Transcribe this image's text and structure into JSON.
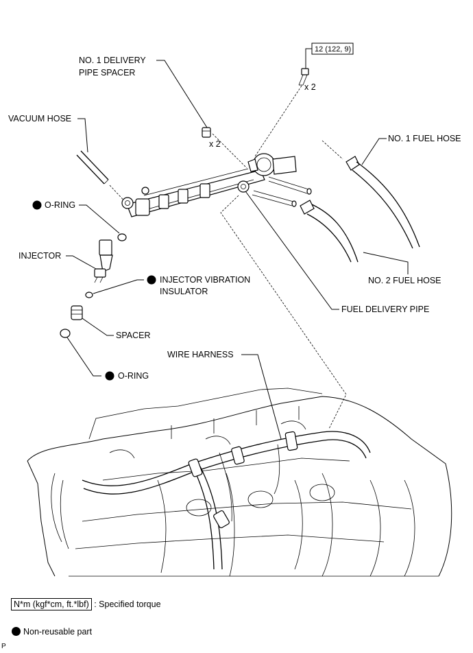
{
  "labels": {
    "delivery_spacer_line1": "NO. 1 DELIVERY",
    "delivery_spacer_line2": "PIPE SPACER",
    "spacer_qty": "x 2",
    "bolt_qty": "x 2",
    "torque_value": "12 (122, 9)",
    "vacuum_hose": "VACUUM HOSE",
    "no1_fuel_hose": "NO. 1 FUEL HOSE",
    "o_ring_top": "O-RING",
    "injector": "INJECTOR",
    "insulator_line1": "INJECTOR VIBRATION",
    "insulator_line2": "INSULATOR",
    "no2_fuel_hose": "NO. 2 FUEL HOSE",
    "fuel_delivery_pipe": "FUEL DELIVERY PIPE",
    "spacer": "SPACER",
    "o_ring_bottom": "O-RING",
    "wire_harness": "WIRE HARNESS"
  },
  "legend": {
    "torque_unit": "N*m (kgf*cm, ft.*lbf)",
    "torque_desc": ": Specified torque",
    "nonreusable_desc": "Non-reusable part"
  },
  "corner_mark": "P",
  "icons": {
    "nonreusable": "filled-circle-icon"
  }
}
